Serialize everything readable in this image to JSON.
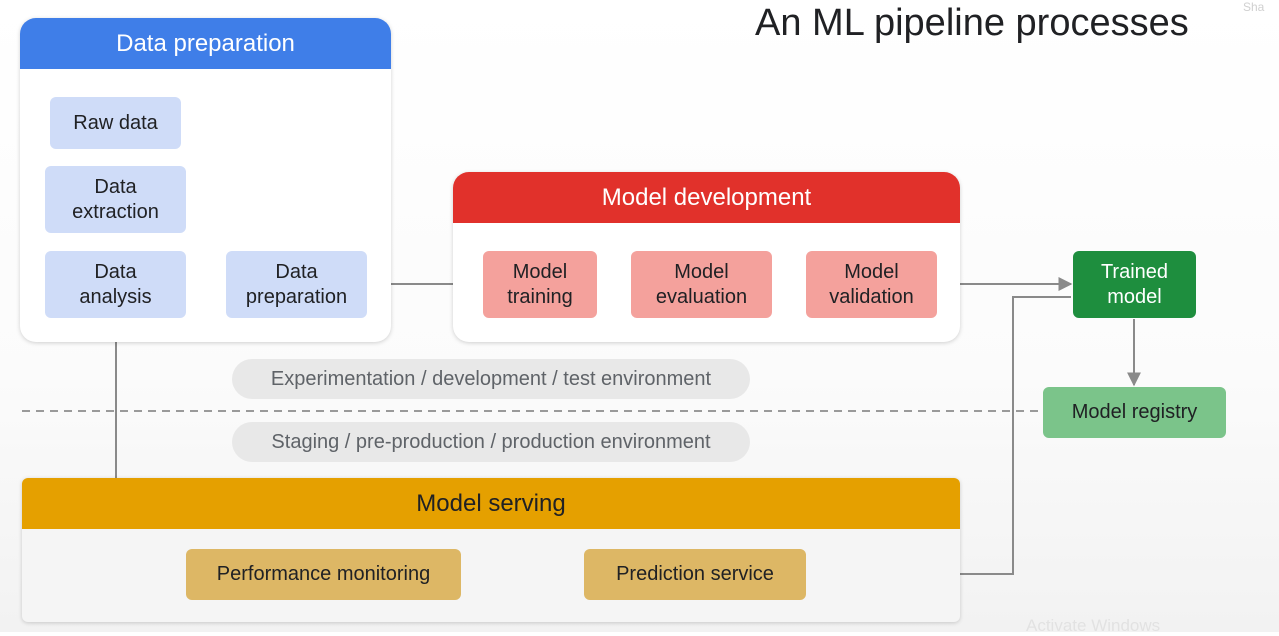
{
  "title": "An ML pipeline processes",
  "corner_text": "Sha",
  "watermark": "Activate Windows",
  "data_preparation": {
    "header": "Data preparation",
    "raw_data": "Raw data",
    "data_extraction": "Data\nextraction",
    "data_analysis": "Data\nanalysis",
    "data_preparation_step": "Data\npreparation"
  },
  "model_development": {
    "header": "Model development",
    "model_training": "Model\ntraining",
    "model_evaluation": "Model\nevaluation",
    "model_validation": "Model\nvalidation"
  },
  "trained_model": "Trained\nmodel",
  "model_registry": "Model registry",
  "environments": {
    "experimentation": "Experimentation / development / test environment",
    "staging": "Staging / pre-production / production environment"
  },
  "model_serving": {
    "header": "Model serving",
    "performance_monitoring": "Performance monitoring",
    "prediction_service": "Prediction service"
  },
  "colors": {
    "data_prep_header": "#3f7ee8",
    "model_dev_header": "#e1312b",
    "model_serving_header": "#e5a000",
    "trained_model": "#1e8e3e",
    "model_registry": "#7bc48a"
  }
}
